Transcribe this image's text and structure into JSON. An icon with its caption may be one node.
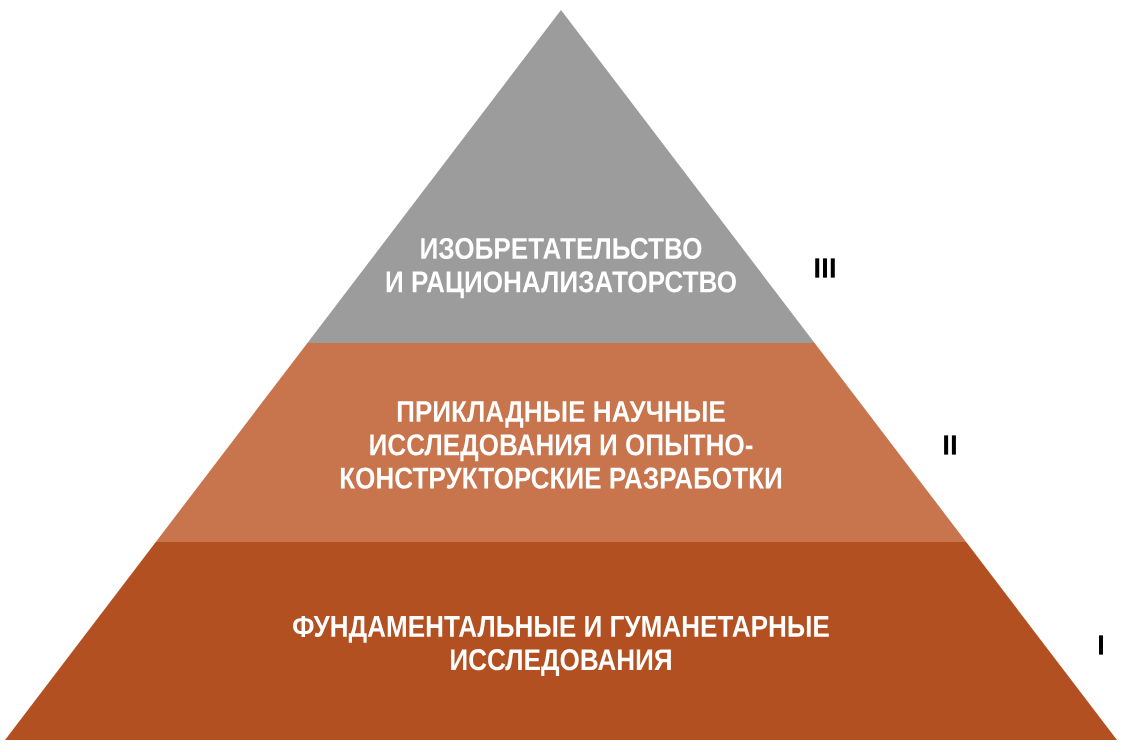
{
  "diagram": {
    "nodes": [
      {
        "text": [
          "ИЗОБРЕТАТЕЛЬСТВО И РАЦИОНАЛИЗАТОРСТВО"
        ],
        "beside": [
          "III"
        ]
      },
      {
        "text": [
          "ПРИКЛАДНЫЕ НАУЧНЫЕ ИССЛЕДОВАНИЯ И ОПЫТНО-КОНСТРУКТОРСКИЕ РАЗРАБОТКИ"
        ],
        "beside": [
          "II"
        ]
      },
      {
        "text": [
          "ФУНДАМЕНТАЛЬНЫЕ И ГУМАНЕТАРНЫЕ ИССЛЕДОВАНИЯ"
        ],
        "beside": [
          "I"
        ]
      }
    ]
  }
}
